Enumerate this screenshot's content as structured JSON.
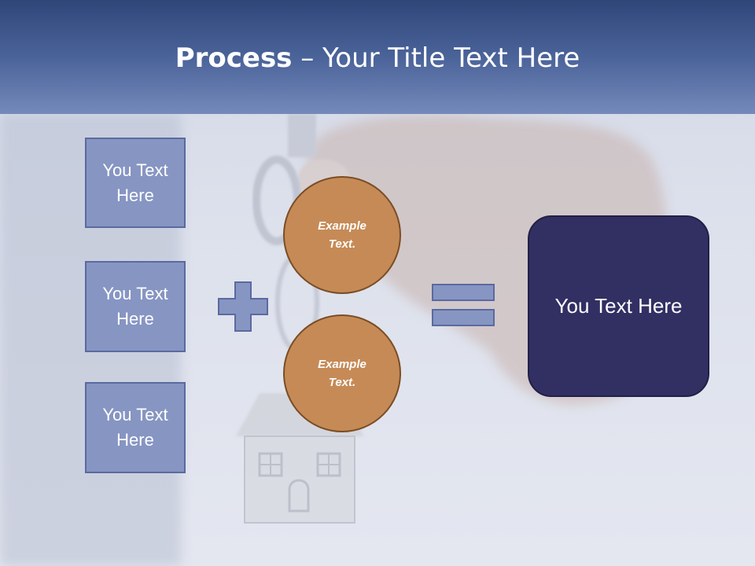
{
  "header": {
    "title_bold": "Process",
    "title_rest": " – Your Title Text Here"
  },
  "left_boxes": [
    {
      "line1": "You Text",
      "line2": "Here"
    },
    {
      "line1": "You Text",
      "line2": "Here"
    },
    {
      "line1": "You Text",
      "line2": "Here"
    }
  ],
  "circles": [
    {
      "line1": "Example",
      "line2": "Text."
    },
    {
      "line1": "Example",
      "line2": "Text."
    }
  ],
  "result": {
    "label": "You Text Here"
  },
  "colors": {
    "header": "#4a6399",
    "box_fill": "#8695c2",
    "circle_fill": "#c68a56",
    "result_fill": "#322f63"
  }
}
